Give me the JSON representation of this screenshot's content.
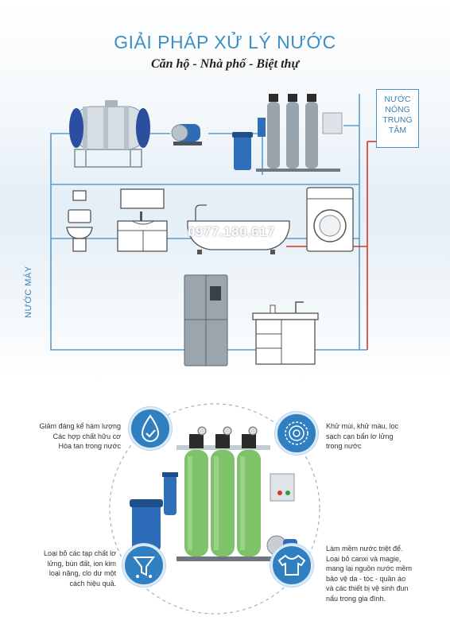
{
  "header": {
    "title": "GIẢI PHÁP XỬ LÝ NƯỚC",
    "subtitle": "Căn hộ - Nhà phố - Biệt thự"
  },
  "hot_water_label": {
    "lines": [
      "NƯỚC",
      "NÓNG",
      "TRUNG",
      "TÂM"
    ]
  },
  "supply_label": "NƯỚC MÁY",
  "phone": "0977.180.617",
  "features": {
    "top_left": [
      "Giảm đáng kể hàm lượng",
      "Các hợp chất hữu cơ",
      "Hòa tan trong nước"
    ],
    "top_right": [
      "Khử mùi, khử màu, lọc",
      "sạch cạn bẩn lơ lửng",
      "trong nước"
    ],
    "bottom_left": [
      "Loại bỏ các tạp chất lơ",
      "lửng, bùn đất, ion kim",
      "loại nặng, clo dư một",
      "cách hiệu quả."
    ],
    "bottom_right": [
      "Làm mềm nước triệt để.",
      "Loại bỏ canxi và magie,",
      "mang lại nguồn nước mềm",
      "bảo vệ da - tóc - quần áo",
      "và các thiết bị vệ sinh đun",
      "nấu trong gia đình."
    ]
  },
  "colors": {
    "accent": "#3f8fc2",
    "pipe_blue": "#5a9bd0",
    "pipe_red": "#d9342b",
    "icon_blue": "#2f7fc1"
  },
  "icons": [
    "water-drop-icon",
    "swirl-icon",
    "filter-funnel-icon",
    "shirt-icon"
  ]
}
